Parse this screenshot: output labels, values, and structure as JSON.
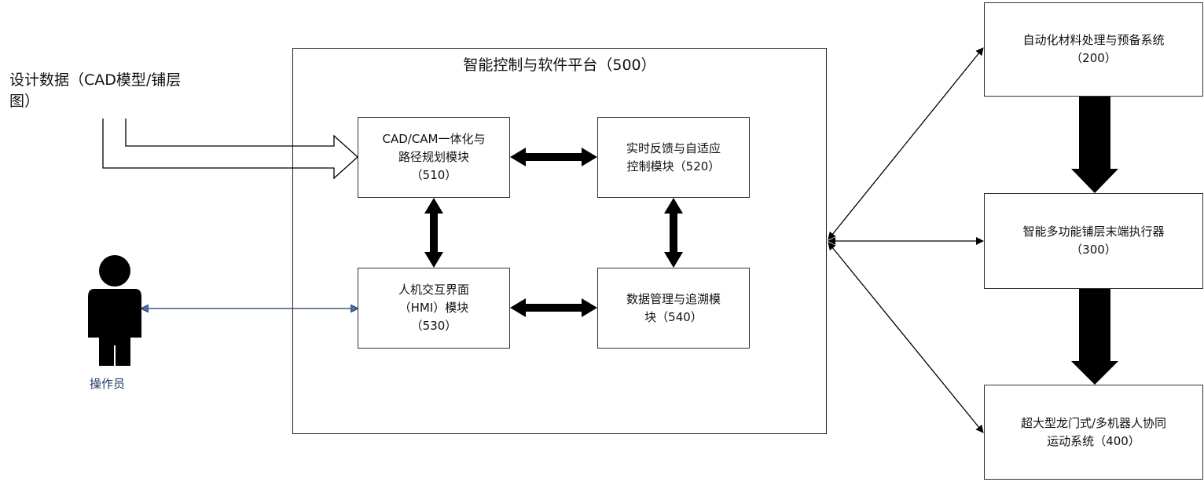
{
  "input": {
    "design_data": "设计数据（CAD模型/铺层\n图）"
  },
  "platform": {
    "title": "智能控制与软件平台（500）",
    "modules": {
      "m510": "CAD/CAM一体化与\n路径规划模块\n（510）",
      "m520": "实时反馈与自适应\n控制模块（520）",
      "m530": "人机交互界面\n（HMI）模块\n（530）",
      "m540": "数据管理与追溯模\n块（540）"
    }
  },
  "systems": {
    "s200": "自动化材料处理与预备系统\n（200）",
    "s300": "智能多功能铺层末端执行器\n（300）",
    "s400": "超大型龙门式/多机器人协同\n运动系统（400）"
  },
  "operator": {
    "label": "操作员",
    "icon": "person-icon",
    "color": "#1f3864"
  }
}
